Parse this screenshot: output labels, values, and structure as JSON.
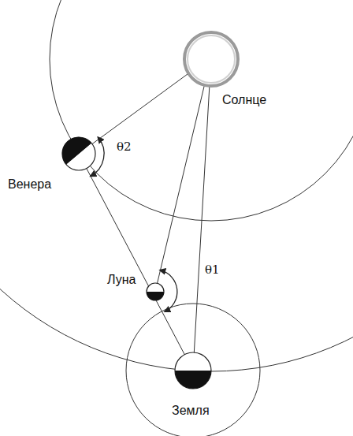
{
  "diagram": {
    "labels": [
      "Солнце",
      "Венера",
      "Луна",
      "Земля",
      "θ2",
      "θ1"
    ]
  }
}
